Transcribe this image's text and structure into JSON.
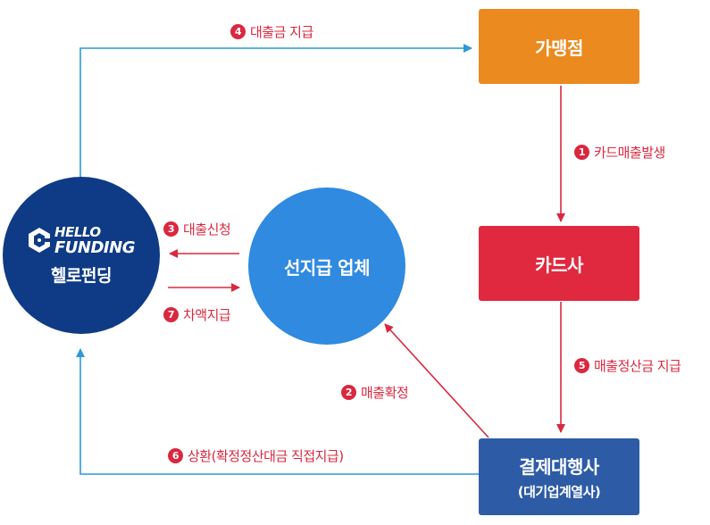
{
  "colors": {
    "merchant": "#ea8a1f",
    "card_company": "#e0293f",
    "pg": "#2d5ba6",
    "prepay": "#2f8ae0",
    "hello_funding": "#0f3b86",
    "arrow_red": "#d9283f",
    "arrow_blue": "#2b9ad6"
  },
  "nodes": {
    "merchant": {
      "label": "가맹점"
    },
    "card_company": {
      "label": "카드사"
    },
    "pg": {
      "label": "결제대행사",
      "sublabel": "(대기업계열사)"
    },
    "prepay": {
      "label": "선지급 업체"
    },
    "hello_funding": {
      "logo_line1": "HELLO",
      "logo_line2": "FUNDING",
      "label": "헬로펀딩"
    }
  },
  "steps": [
    {
      "num": "1",
      "label": "카드매출발생"
    },
    {
      "num": "2",
      "label": "매출확정"
    },
    {
      "num": "3",
      "label": "대출신청"
    },
    {
      "num": "4",
      "label": "대출금 지급"
    },
    {
      "num": "5",
      "label": "매출정산금 지급"
    },
    {
      "num": "6",
      "label": "상환(확정정산대금 직접지급)"
    },
    {
      "num": "7",
      "label": "차액지급"
    }
  ]
}
